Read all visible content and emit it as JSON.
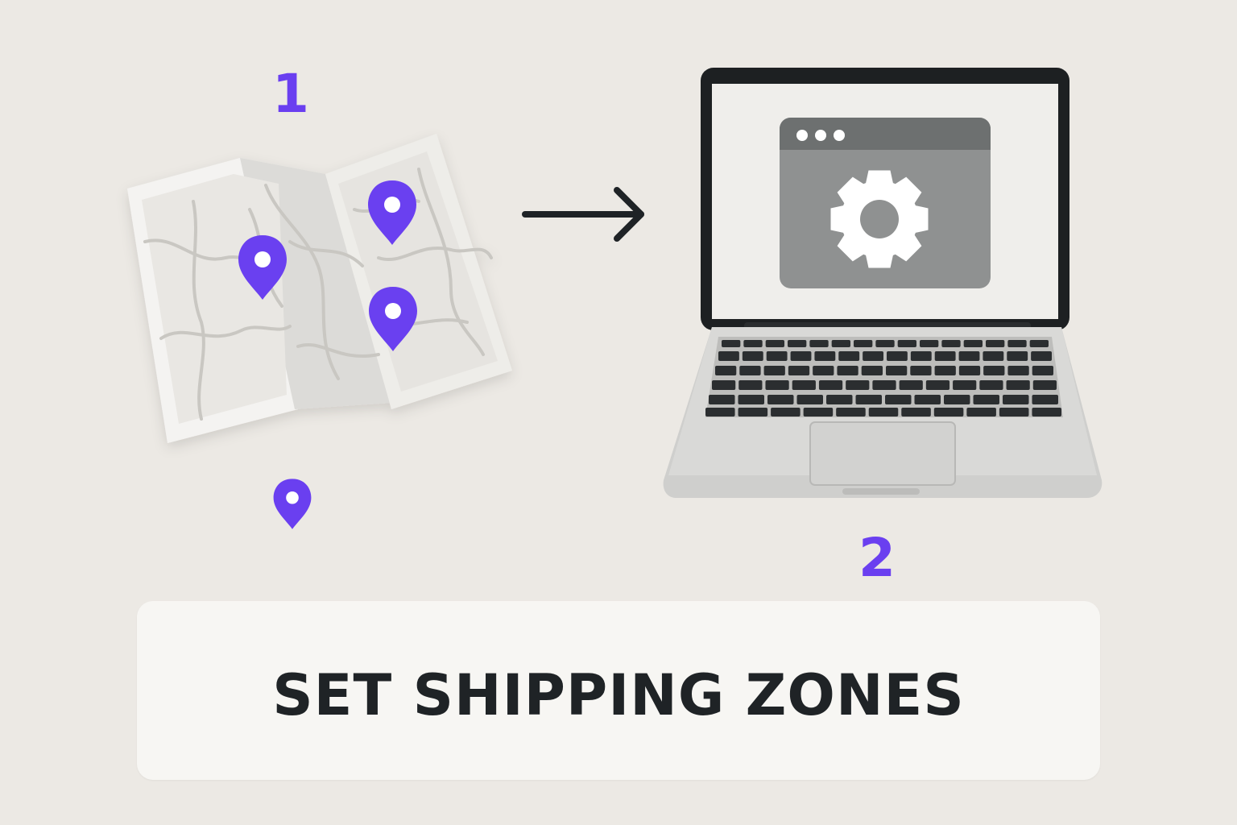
{
  "steps": {
    "one": "1",
    "two": "2"
  },
  "caption": "SET SHIPPING ZONES",
  "icons": {
    "map": "folded-map-icon",
    "pin": "location-pin-icon",
    "arrow": "arrow-right-icon",
    "laptop": "laptop-icon",
    "settings": "gear-icon"
  },
  "colors": {
    "accent": "#6a3ff0",
    "text": "#1f2326",
    "background": "#ece9e4",
    "banner": "#f7f6f3",
    "window": "#8f9191"
  }
}
